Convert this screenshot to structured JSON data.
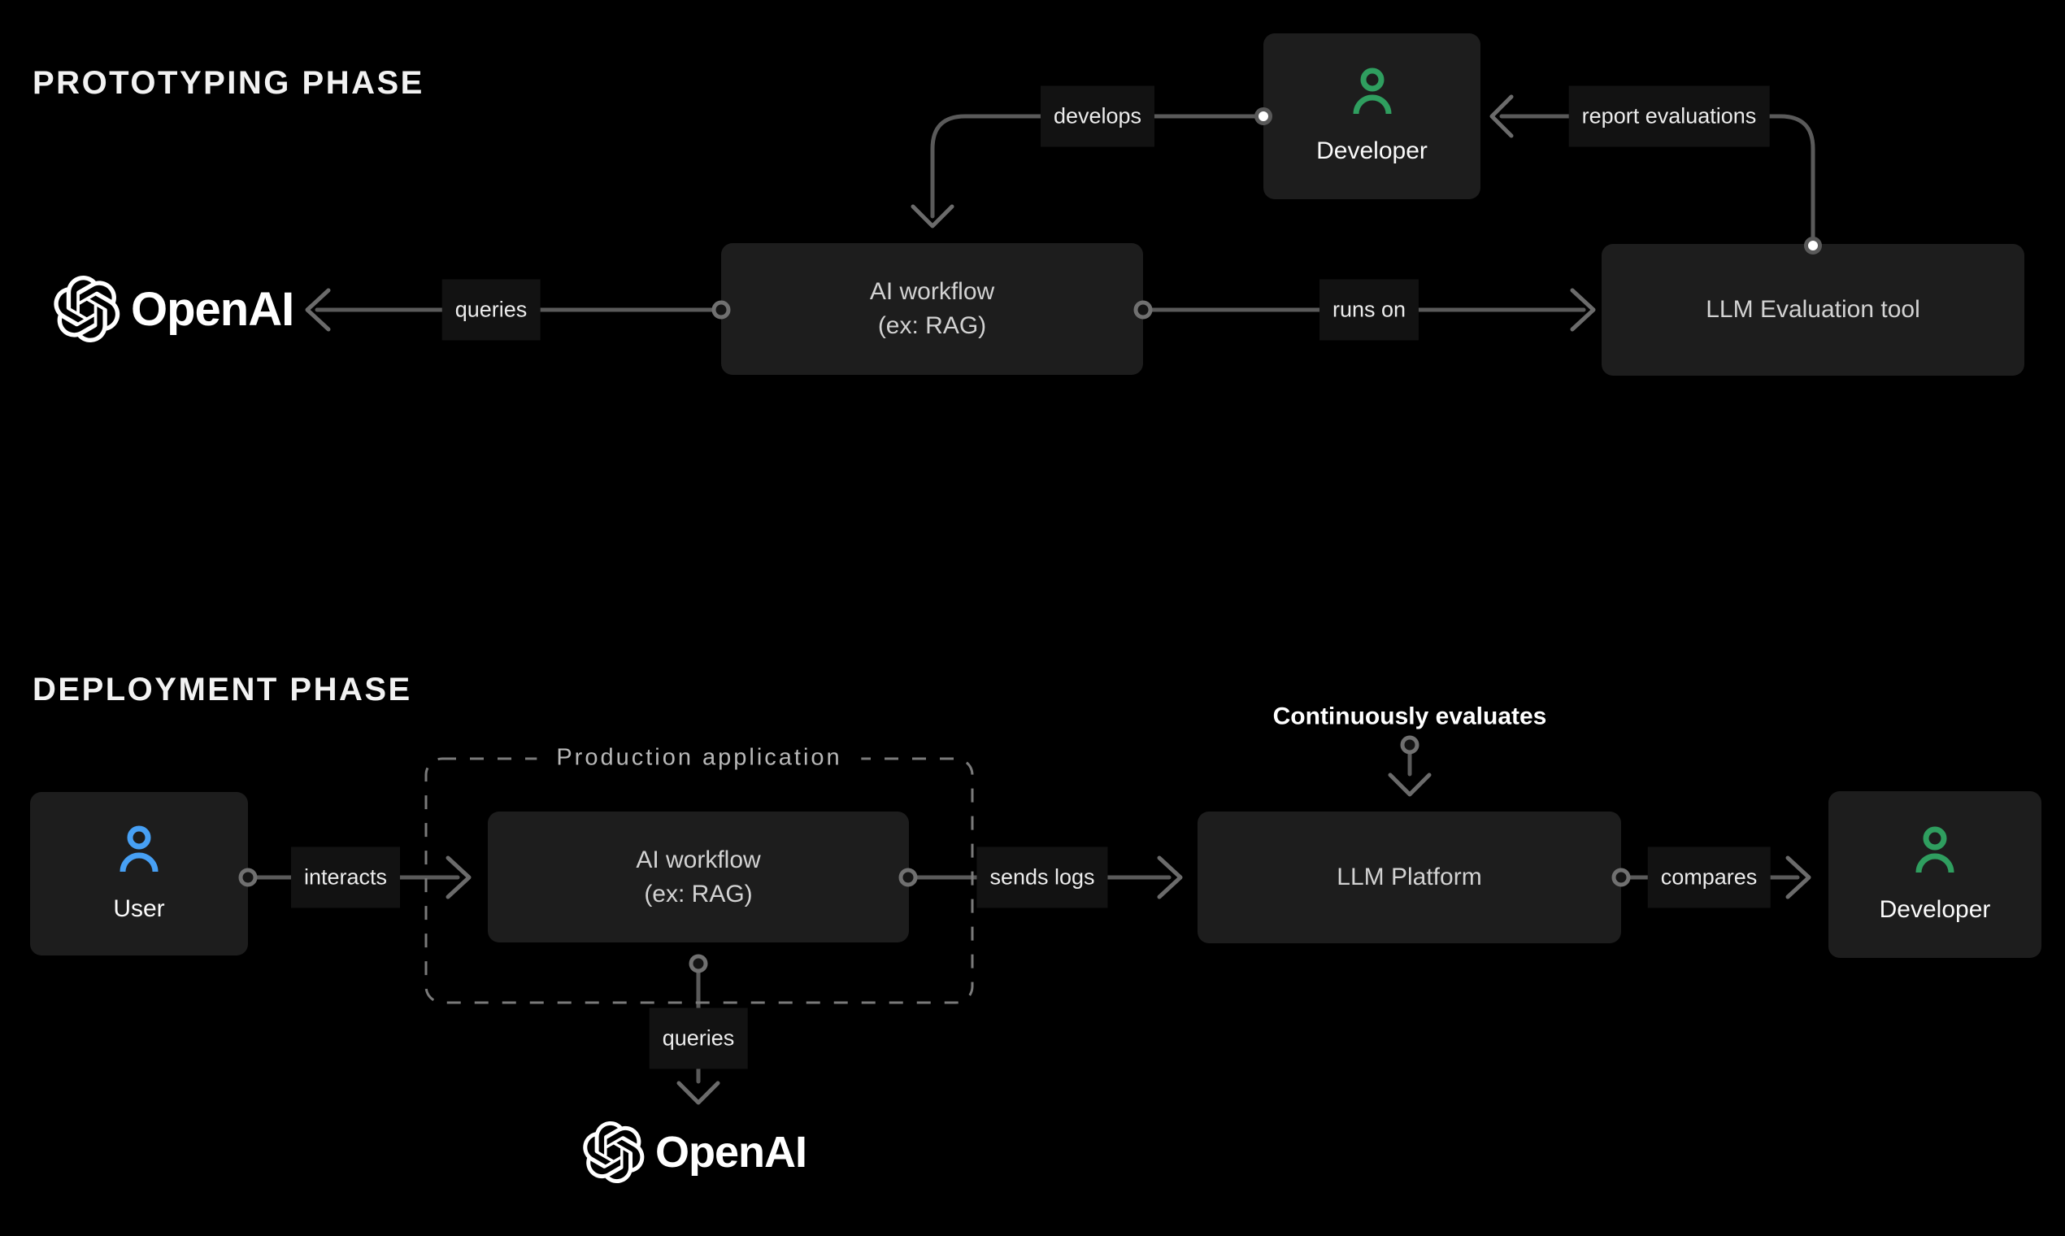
{
  "sections": {
    "prototyping": {
      "title": "PROTOTYPING PHASE"
    },
    "deployment": {
      "title": "DEPLOYMENT PHASE"
    }
  },
  "brand": {
    "name": "OpenAI"
  },
  "nodes": {
    "developer_top": {
      "label": "Developer",
      "icon": "person-icon-green"
    },
    "ai_workflow_top": {
      "title": "AI workflow",
      "subtitle": "(ex: RAG)"
    },
    "llm_evaluation_tool": {
      "label": "LLM Evaluation tool"
    },
    "user": {
      "label": "User",
      "icon": "person-icon-blue"
    },
    "production_application": {
      "label": "Production application"
    },
    "ai_workflow_bottom": {
      "title": "AI workflow",
      "subtitle": "(ex: RAG)"
    },
    "llm_platform": {
      "label": "LLM Platform"
    },
    "developer_bottom": {
      "label": "Developer",
      "icon": "person-icon-green"
    }
  },
  "edges": {
    "develops": {
      "label": "develops"
    },
    "report_evaluations": {
      "label": "report evaluations"
    },
    "queries_top": {
      "label": "queries"
    },
    "runs_on": {
      "label": "runs on"
    },
    "interacts": {
      "label": "interacts"
    },
    "sends_logs": {
      "label": "sends logs"
    },
    "continuously_evaluates": {
      "label": "Continuously evaluates"
    },
    "compares": {
      "label": "compares"
    },
    "queries_bottom": {
      "label": "queries"
    }
  },
  "colors": {
    "background": "#000000",
    "node_fill": "#1d1d1d",
    "line": "#5a5a5a",
    "dashed_border": "#7a7a7a",
    "accent_green": "#2f9e5f",
    "accent_blue": "#47a0f4",
    "label_text": "#ececec"
  }
}
